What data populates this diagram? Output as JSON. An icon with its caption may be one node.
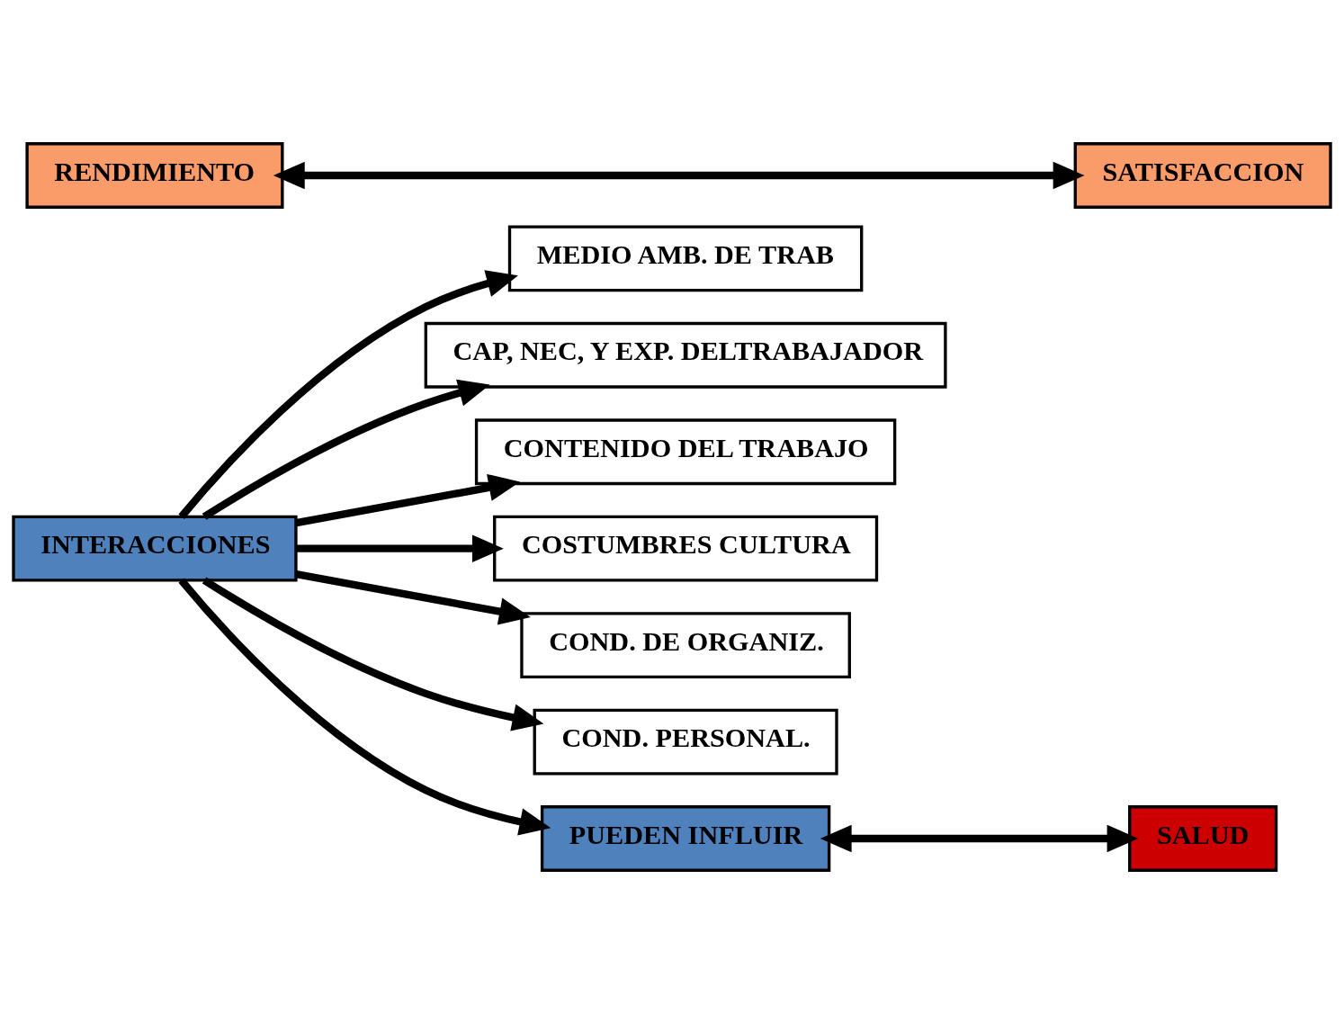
{
  "diagram": {
    "nodes": [
      {
        "text": [
          "INTERACCIONES"
        ]
      },
      {
        "text": [
          "MEDIO AMB. DE TRAB"
        ]
      },
      {
        "text": [
          "CAP, NEC, Y EXP. DELTRABAJADOR"
        ]
      },
      {
        "text": [
          "CONTENIDO DEL TRABAJO"
        ]
      },
      {
        "text": [
          "COSTUMBRES CULTURA"
        ]
      },
      {
        "text": [
          "COND. DE ORGANIZ."
        ]
      },
      {
        "text": [
          "COND. PERSONAL."
        ]
      },
      {
        "text": [
          "PUEDEN INFLUIR"
        ]
      },
      {
        "text": [
          "RENDIMIENTO"
        ]
      },
      {
        "text": [
          "SATISFACCION"
        ]
      },
      {
        "text": [
          "SALUD"
        ]
      }
    ],
    "edges": [
      {
        "from": 0,
        "to": 1,
        "arrow": "to"
      },
      {
        "from": 0,
        "to": 2,
        "arrow": "to"
      },
      {
        "from": 0,
        "to": 3,
        "arrow": "to"
      },
      {
        "from": 0,
        "to": 4,
        "arrow": "to"
      },
      {
        "from": 0,
        "to": 5,
        "arrow": "to"
      },
      {
        "from": 0,
        "to": 6,
        "arrow": "to"
      },
      {
        "from": 0,
        "to": 7,
        "arrow": "to"
      },
      {
        "from": 8,
        "to": 9,
        "arrow": "both"
      },
      {
        "from": 7,
        "to": 10,
        "arrow": "both"
      }
    ]
  }
}
